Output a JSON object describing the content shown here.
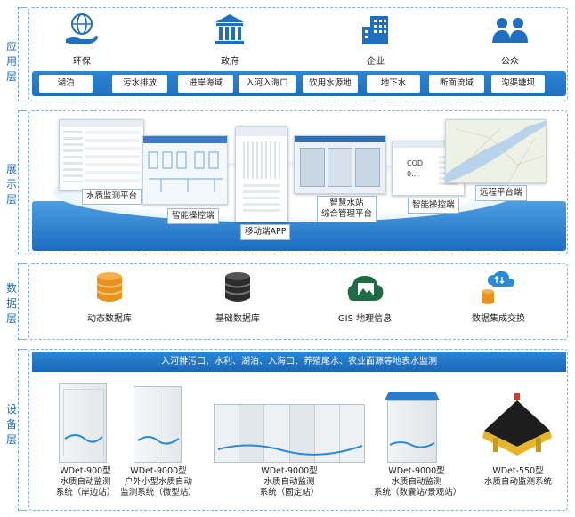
{
  "layers": {
    "app": "应用层",
    "display": "展示层",
    "data": "数据层",
    "device": "设备层"
  },
  "app_layer": {
    "groups": [
      {
        "label": "环保",
        "icon": "hand-globe-icon"
      },
      {
        "label": "政府",
        "icon": "government-building-icon"
      },
      {
        "label": "企业",
        "icon": "office-building-icon"
      },
      {
        "label": "公众",
        "icon": "people-icon"
      }
    ],
    "chips": [
      "湖泊",
      "污水排放",
      "进岸海域",
      "入河入海口",
      "饮用水源地",
      "地下水",
      "断面流域",
      "沟渠塘坝"
    ]
  },
  "display_layer": {
    "tags": {
      "water_platform": "水质监测平台",
      "smart_control_1": "智能操控端",
      "mobile_app": "移动端APP",
      "smart_station_l1": "智慧水站",
      "smart_station_l2": "综合管理平台",
      "smart_control_2": "智能操控端",
      "remote_platform": "远程平台端"
    },
    "screen_text": {
      "cod_label": "COD",
      "cod_value": "0..."
    }
  },
  "data_layer": {
    "items": [
      {
        "label": "动态数据库",
        "icon": "dynamic-database-icon"
      },
      {
        "label": "基础数据库",
        "icon": "base-database-icon"
      },
      {
        "label": "GIS 地理信息",
        "icon": "gis-map-icon"
      },
      {
        "label": "数据集成交换",
        "icon": "data-exchange-icon"
      }
    ]
  },
  "device_layer": {
    "banner": "入河排污口、水利、湖泊、入海口、养殖尾水、农业面源等地表水监测",
    "devices": [
      {
        "line1": "WDet-900型",
        "line2": "水质自动监测",
        "line3": "系统（岸边站）"
      },
      {
        "line1": "WDet-9000型",
        "line2": "户外小型水质自动",
        "line3": "监测系统（微型站）"
      },
      {
        "line1": "WDet-9000型",
        "line2": "水质自动监测",
        "line3": "系统（固定站）"
      },
      {
        "line1": "WDet-9000型",
        "line2": "水质自动监测",
        "line3": "系统（数囊站/景观站）"
      },
      {
        "line1": "WDet-550型",
        "line2": "水质自动监测系统",
        "line3": ""
      }
    ]
  },
  "colors": {
    "accent": "#1f6fc0",
    "dashed": "#7fb2e0",
    "label": "#1f6fb8"
  }
}
